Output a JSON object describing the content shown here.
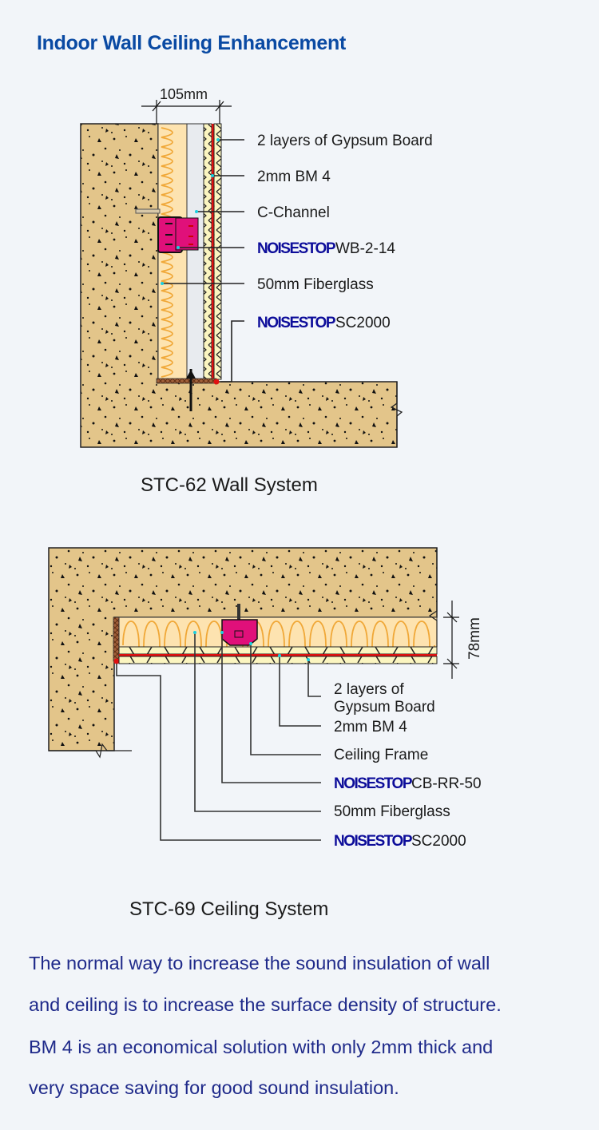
{
  "title": "Indoor Wall Ceiling Enhancement",
  "colors": {
    "title": "#0a4aa3",
    "concrete": "#e3c58a",
    "fiberglass": "#fde3b0",
    "fiberglass_wave": "#f0a838",
    "gypsum": "#fbf5c0",
    "bm4": "#e01010",
    "clip": "#e0107a",
    "brand": "#0d0d9a",
    "paragraph": "#1f2a8a",
    "background": "#f2f5f9"
  },
  "wall_diagram": {
    "dimension": "105mm",
    "labels": [
      {
        "brand": "",
        "text": "2 layers of Gypsum Board"
      },
      {
        "brand": "",
        "text": "2mm BM 4"
      },
      {
        "brand": "",
        "text": "C-Channel"
      },
      {
        "brand": "NOISESTOP",
        "text": "WB-2-14"
      },
      {
        "brand": "",
        "text": "50mm Fiberglass"
      },
      {
        "brand": "NOISESTOP",
        "text": "SC2000"
      }
    ],
    "caption": "STC-62 Wall System"
  },
  "ceiling_diagram": {
    "dimension": "78mm",
    "labels": [
      {
        "brand": "",
        "text": "2 layers of",
        "text2": "Gypsum Board"
      },
      {
        "brand": "",
        "text": "2mm BM 4"
      },
      {
        "brand": "",
        "text": "Ceiling Frame"
      },
      {
        "brand": "NOISESTOP",
        "text": "CB-RR-50"
      },
      {
        "brand": "",
        "text": "50mm Fiberglass"
      },
      {
        "brand": "NOISESTOP",
        "text": "SC2000"
      }
    ],
    "caption": "STC-69 Ceiling System"
  },
  "paragraph": [
    "The normal way to increase the sound insulation of wall",
    " and ceiling is to increase the surface density of structure.",
    "BM 4 is an economical solution with only 2mm thick and",
    " very space saving for good sound insulation."
  ]
}
